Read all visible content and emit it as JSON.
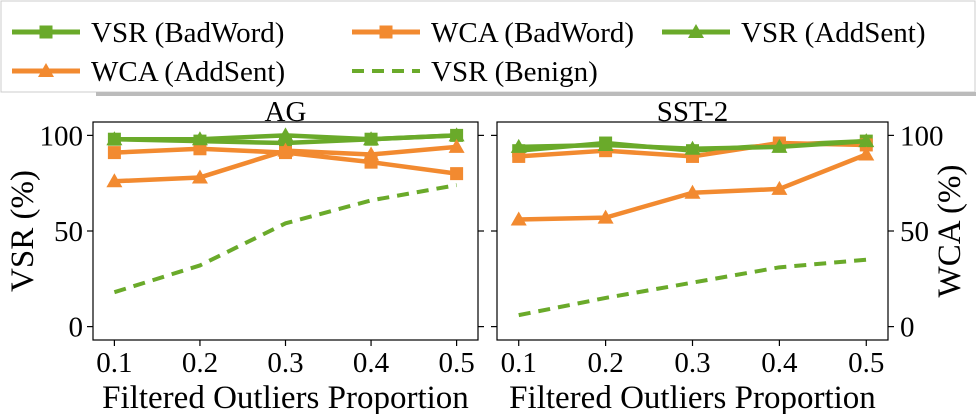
{
  "legend": {
    "items": [
      {
        "label": "VSR (BadWord)",
        "color": "#6aaa2a",
        "marker": "square",
        "dash": false
      },
      {
        "label": "WCA (BadWord)",
        "color": "#f28a30",
        "marker": "square",
        "dash": false
      },
      {
        "label": "VSR (AddSent)",
        "color": "#6aaa2a",
        "marker": "triangle",
        "dash": false
      },
      {
        "label": "WCA (AddSent)",
        "color": "#f28a30",
        "marker": "triangle",
        "dash": false
      },
      {
        "label": "VSR (Benign)",
        "color": "#6aaa2a",
        "marker": "none",
        "dash": true
      }
    ]
  },
  "chart_data": [
    {
      "type": "line",
      "title": "AG",
      "xlabel": "Filtered Outliers Proportion",
      "ylabel": "VSR (%)",
      "x": [
        0.1,
        0.2,
        0.3,
        0.4,
        0.5
      ],
      "xticks": [
        "0.1",
        "0.2",
        "0.3",
        "0.4",
        "0.5"
      ],
      "ylim": [
        -7,
        107
      ],
      "yticks": [
        0,
        50,
        100
      ],
      "series": [
        {
          "name": "VSR (BadWord)",
          "color": "#6aaa2a",
          "marker": "square",
          "values": [
            98,
            97,
            96,
            98,
            100
          ]
        },
        {
          "name": "WCA (BadWord)",
          "color": "#f28a30",
          "marker": "square",
          "values": [
            91,
            93,
            91,
            86,
            80
          ]
        },
        {
          "name": "VSR (AddSent)",
          "color": "#6aaa2a",
          "marker": "triangle",
          "values": [
            98,
            98,
            100,
            98,
            100
          ]
        },
        {
          "name": "WCA (AddSent)",
          "color": "#f28a30",
          "marker": "triangle",
          "values": [
            76,
            78,
            92,
            90,
            94
          ]
        },
        {
          "name": "VSR (Benign)",
          "color": "#6aaa2a",
          "marker": "none",
          "dash": true,
          "values": [
            18,
            32,
            54,
            66,
            74
          ]
        }
      ]
    },
    {
      "type": "line",
      "title": "SST-2",
      "xlabel": "Filtered Outliers Proportion",
      "ylabel": "WCA (%)",
      "x": [
        0.1,
        0.2,
        0.3,
        0.4,
        0.5
      ],
      "xticks": [
        "0.1",
        "0.2",
        "0.3",
        "0.4",
        "0.5"
      ],
      "ylim": [
        -7,
        107
      ],
      "yticks": [
        0,
        50,
        100
      ],
      "series": [
        {
          "name": "VSR (BadWord)",
          "color": "#6aaa2a",
          "marker": "square",
          "values": [
            92,
            96,
            92,
            95,
            97
          ]
        },
        {
          "name": "WCA (BadWord)",
          "color": "#f28a30",
          "marker": "square",
          "values": [
            89,
            92,
            89,
            96,
            95
          ]
        },
        {
          "name": "VSR (AddSent)",
          "color": "#6aaa2a",
          "marker": "triangle",
          "values": [
            94,
            95,
            93,
            94,
            97
          ]
        },
        {
          "name": "WCA (AddSent)",
          "color": "#f28a30",
          "marker": "triangle",
          "values": [
            56,
            57,
            70,
            72,
            90
          ]
        },
        {
          "name": "VSR (Benign)",
          "color": "#6aaa2a",
          "marker": "none",
          "dash": true,
          "values": [
            6,
            15,
            23,
            31,
            35
          ]
        }
      ]
    }
  ]
}
